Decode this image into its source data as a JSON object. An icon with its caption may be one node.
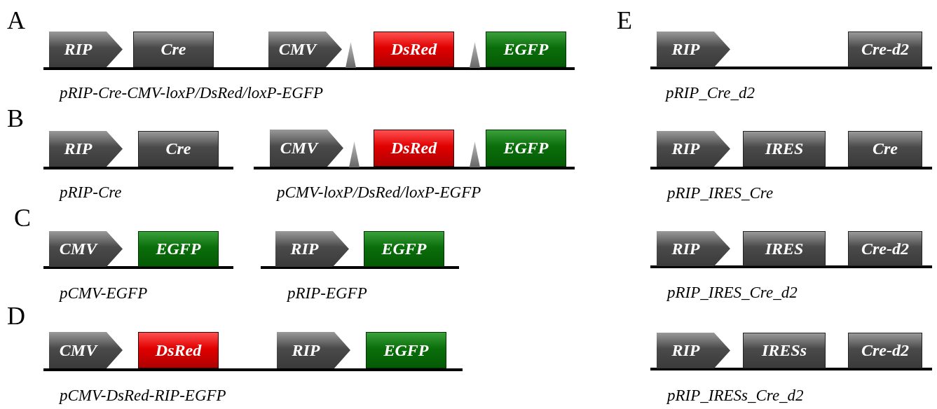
{
  "diagram": {
    "nodes": [
      {
        "text": [
          "RIP"
        ]
      },
      {
        "text": [
          "Cre"
        ]
      },
      {
        "text": [
          "CMV"
        ]
      },
      {
        "text": [],
        "shape": "triangle"
      },
      {
        "text": [
          "DsRed"
        ]
      },
      {
        "text": [],
        "shape": "triangle"
      },
      {
        "text": [
          "EGFP"
        ]
      },
      {
        "text": [
          "RIP"
        ]
      },
      {
        "text": [
          "Cre"
        ]
      },
      {
        "text": [
          "CMV"
        ]
      },
      {
        "text": [],
        "shape": "triangle"
      },
      {
        "text": [
          "DsRed"
        ]
      },
      {
        "text": [],
        "shape": "triangle"
      },
      {
        "text": [
          "EGFP"
        ]
      },
      {
        "text": [
          "CMV"
        ]
      },
      {
        "text": [
          "EGFP"
        ]
      },
      {
        "text": [
          "RIP"
        ]
      },
      {
        "text": [
          "EGFP"
        ]
      },
      {
        "text": [
          "CMV"
        ]
      },
      {
        "text": [
          "DsRed"
        ]
      },
      {
        "text": [
          "RIP"
        ]
      },
      {
        "text": [
          "EGFP"
        ]
      },
      {
        "text": [
          "RIP"
        ]
      },
      {
        "text": [
          "Cre-d2"
        ]
      },
      {
        "text": [
          "RIP"
        ]
      },
      {
        "text": [
          "IRES"
        ]
      },
      {
        "text": [
          "Cre"
        ]
      },
      {
        "text": [
          "RIP"
        ]
      },
      {
        "text": [
          "IRES"
        ]
      },
      {
        "text": [
          "Cre-d2"
        ]
      },
      {
        "text": [
          "RIP"
        ]
      },
      {
        "text": [
          "IRESs"
        ]
      },
      {
        "text": [
          "Cre-d2"
        ]
      }
    ],
    "labels": [
      "A",
      "pRIP-Cre-CMV-loxP/DsRed/loxP-EGFP",
      "B",
      "pRIP-Cre",
      "pCMV-loxP/DsRed/loxP-EGFP",
      "C",
      "pCMV-EGFP",
      "pRIP-EGFP",
      "D",
      "pCMV-DsRed-RIP-EGFP",
      "E",
      "pRIP_Cre_d2",
      "pRIP_IRES_Cre",
      "pRIP_IRES_Cre_d2",
      "pRIP_IRESs_Cre_d2"
    ]
  }
}
